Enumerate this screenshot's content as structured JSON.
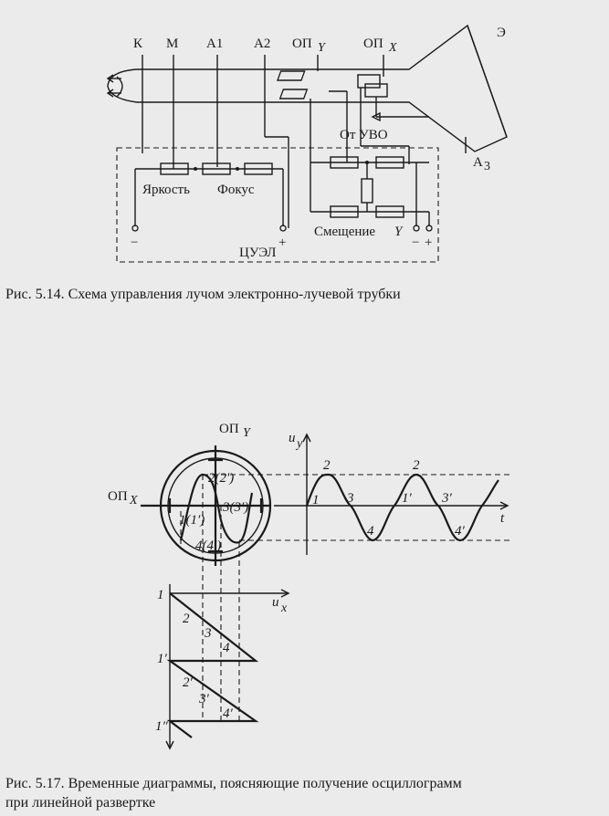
{
  "figure_514": {
    "top_labels": [
      "К",
      "М",
      "А1",
      "А2",
      "ОП",
      "ОП"
    ],
    "op_y_sub": "Y",
    "op_x_sub": "X",
    "screen_label": "Э",
    "anode_label": "А",
    "anode_sub": "3",
    "from_uvo": "От УВО",
    "brightness": "Яркость",
    "focus": "Фокус",
    "offset": "Смещение",
    "offset_y": "Y",
    "block_label": "ЦУЭЛ",
    "minus": "−",
    "plus": "+",
    "caption": "Рис. 5.14. Схема управления лучом электронно-лучевой трубки"
  },
  "figure_517": {
    "op_y": "ОП",
    "op_y_sub": "Y",
    "op_x": "ОП",
    "op_x_sub": "X",
    "uy": "u",
    "uy_sub": "y",
    "ux": "u",
    "ux_sub": "x",
    "t": "t",
    "screen_points": {
      "p2": "2(2′)",
      "p1": "1(1′)",
      "p3": "3(3′)",
      "p4": "4(4′)"
    },
    "wave_points": [
      "1",
      "2",
      "3",
      "4",
      "1′",
      "2",
      "3′",
      "4′"
    ],
    "sweep_points": [
      "1",
      "2",
      "3",
      "4",
      "1′",
      "2′",
      "3′",
      "4′",
      "1″"
    ],
    "caption_line1": "Рис. 5.17. Временные диаграммы, поясняющие получение осциллограмм",
    "caption_line2": "при линейной развертке"
  }
}
